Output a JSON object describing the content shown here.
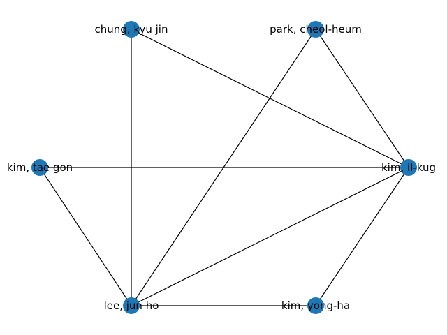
{
  "graph": {
    "node_color": "#1f77b4",
    "edge_color": "#000000",
    "nodes": [
      {
        "id": "chung",
        "label": "chung, kyu jin"
      },
      {
        "id": "park",
        "label": "park, cheol-heum"
      },
      {
        "id": "kim_tg",
        "label": "kim, tae gon"
      },
      {
        "id": "kim_ik",
        "label": "kim, il-kug"
      },
      {
        "id": "lee",
        "label": "lee, jun ho"
      },
      {
        "id": "kim_yh",
        "label": "kim, yong-ha"
      }
    ],
    "edges": [
      [
        "chung",
        "kim_ik"
      ],
      [
        "chung",
        "lee"
      ],
      [
        "park",
        "kim_ik"
      ],
      [
        "park",
        "lee"
      ],
      [
        "kim_tg",
        "kim_ik"
      ],
      [
        "kim_tg",
        "lee"
      ],
      [
        "lee",
        "kim_ik"
      ],
      [
        "lee",
        "kim_yh"
      ],
      [
        "kim_ik",
        "kim_yh"
      ]
    ]
  }
}
